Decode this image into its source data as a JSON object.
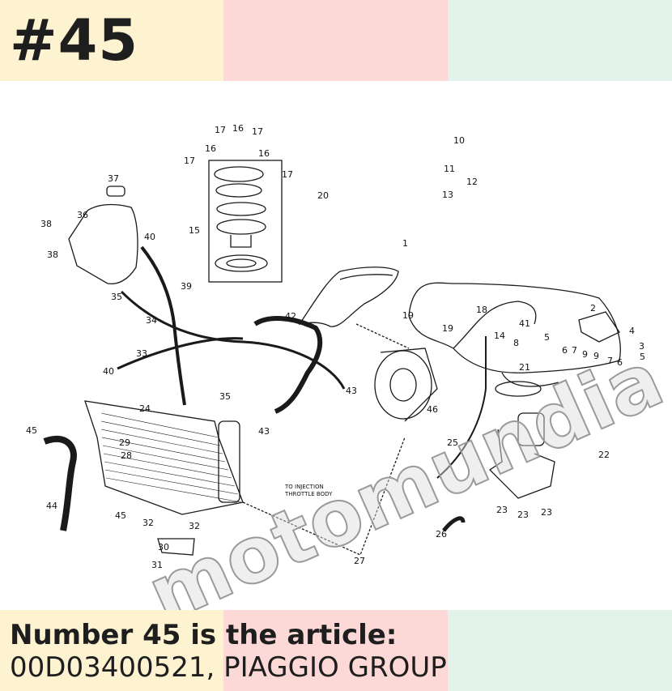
{
  "header": {
    "title": "#45"
  },
  "colors": {
    "band_1": "#fdf3d1",
    "band_2": "#fcd9d7",
    "band_3": "#e3f3ec",
    "text": "#1e1e1e"
  },
  "diagram": {
    "watermark": "motomundia",
    "callouts": {
      "n1": "1",
      "n2": "2",
      "n3": "3",
      "n4": "4",
      "n5": "5",
      "n6": "6",
      "n7": "7",
      "n8": "8",
      "n9": "9",
      "n10": "10",
      "n11": "11",
      "n12": "12",
      "n13": "13",
      "n14": "14",
      "n15": "15",
      "n16": "16",
      "n17": "17",
      "n18": "18",
      "n19": "19",
      "n20": "20",
      "n21": "21",
      "n22": "22",
      "n23": "23",
      "n24": "24",
      "n25": "25",
      "n26": "26",
      "n27": "27",
      "n28": "28",
      "n29": "29",
      "n30": "30",
      "n31": "31",
      "n32": "32",
      "n33": "33",
      "n34": "34",
      "n35": "35",
      "n36": "36",
      "n37": "37",
      "n38": "38",
      "n39": "39",
      "n40": "40",
      "n41": "41",
      "n42": "42",
      "n43": "43",
      "n44": "44",
      "n45": "45",
      "n46": "46"
    },
    "note_line_1": "TO INJECTION",
    "note_line_2": "THROTTLE BODY"
  },
  "caption": {
    "line_1": "Number 45 is the article:",
    "line_2": "00D03400521, PIAGGIO GROUP"
  }
}
